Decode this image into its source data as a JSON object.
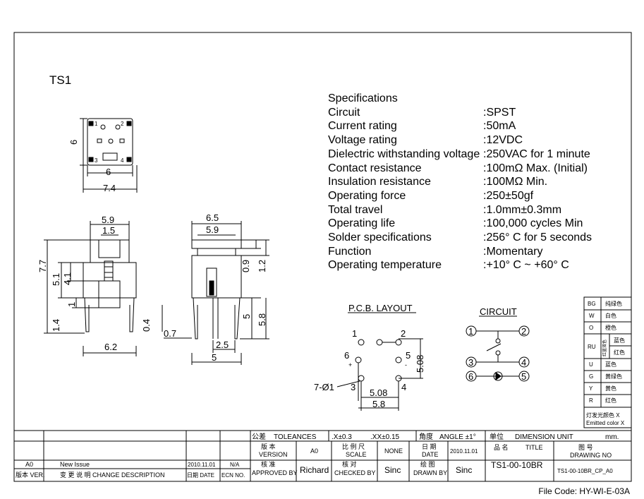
{
  "part_title": "TS1",
  "specs_heading": "Specifications",
  "specs": [
    {
      "label": "Circuit",
      "value": ":SPST"
    },
    {
      "label": "Current rating",
      "value": ":50mA"
    },
    {
      "label": "Voltage rating",
      "value": ":12VDC"
    },
    {
      "label": "Dielectric withstanding voltage",
      "value": ":250VAC for 1 minute"
    },
    {
      "label": "Contact resistance",
      "value": ":100mΩ   Max. (Initial)"
    },
    {
      "label": "Insulation resistance",
      "value": ":100MΩ   Min."
    },
    {
      "label": "Operating force",
      "value": ":250±50gf"
    },
    {
      "label": "Total travel",
      "value": ":1.0mm±0.3mm"
    },
    {
      "label": "Operating life",
      "value": ":100,000 cycles Min"
    },
    {
      "label": "Solder specifications",
      "value": ":256°  C for 5 seconds"
    },
    {
      "label": "Function",
      "value": ":Momentary"
    },
    {
      "label": "Operating temperature",
      "value": ":+10°  C ~ +60°  C"
    }
  ],
  "top_view": {
    "dim_width": "6",
    "dim_overall": "7.4",
    "dim_height": "6",
    "pins": [
      "1",
      "2",
      "3",
      "4"
    ]
  },
  "front_view": {
    "dims": [
      "5.9",
      "1.5",
      "7.7",
      "5.1",
      "4.1",
      "1",
      "1.4",
      "6.2"
    ]
  },
  "side_view": {
    "dims": [
      "6.5",
      "5.9",
      "0.9",
      "1.2",
      "5",
      "5.8",
      "0.4",
      "0.7",
      "2.5",
      "5"
    ]
  },
  "pcb": {
    "title": "P.C.B. LAYOUT",
    "pins": [
      "1",
      "2",
      "6",
      "5",
      "3",
      "4"
    ],
    "dims": [
      "5.08",
      "5.08",
      "5.8"
    ],
    "hole": "7-Ø1",
    "plus": "+",
    "minus": "-"
  },
  "circuit": {
    "title": "CIRCUIT",
    "nodes": [
      "1",
      "2",
      "3",
      "4",
      "6",
      "5"
    ]
  },
  "color_table": [
    {
      "code": "BG",
      "color": "纯绿色"
    },
    {
      "code": "W",
      "color": "白色"
    },
    {
      "code": "O",
      "color": "橙色"
    },
    {
      "code": "RU",
      "sub": "红蓝双色",
      "colors": [
        "蓝色",
        "红色"
      ]
    },
    {
      "code": "U",
      "color": "蓝色"
    },
    {
      "code": "G",
      "color": "黄绿色"
    },
    {
      "code": "Y",
      "color": "黄色"
    },
    {
      "code": "R",
      "color": "红色"
    }
  ],
  "color_table_footer": [
    "灯发光颜色 X",
    "Emitted color X"
  ],
  "title_block": {
    "tolerances_cn": "公差",
    "tolerances": "TOLEANCES",
    "tol_1": ".X±0.3",
    "tol_2": ".XX±0.15",
    "angle_cn": "角度",
    "angle": "ANGLE ±1°",
    "unit_cn": "单位",
    "unit": "DIMENSION UNIT",
    "unit_val": "mm.",
    "version_cn": "版 本",
    "version": "VERSION",
    "version_val": "A0",
    "scale_cn": "比 例 尺",
    "scale": "SCALE",
    "scale_val": "NONE",
    "date_cn": "日  期",
    "date": "DATE",
    "date_val": "2010.11.01",
    "title_cn": "品   名",
    "title": "TITLE",
    "title_val": "TS1-00-10BR",
    "drawing_cn": "图   号",
    "drawing": "DRAWING NO",
    "drawing_val": "TS1-00-10BR_CP_A0",
    "approved_cn": "核  准",
    "approved": "APPROVED BY",
    "approved_val": "Richard",
    "checked_cn": "核  对",
    "checked": "CHECKED BY",
    "checked_val": "Sinc",
    "drawn_cn": "绘  图",
    "drawn": "DRAWN BY",
    "drawn_val": "Sinc",
    "rev_ver": "A0",
    "rev_desc": "New Issue",
    "rev_date": "2010.11.01",
    "rev_ecn": "N/A",
    "hdr_ver": "版本 VER.",
    "hdr_desc": "变 更 说 明  CHANGE DESCRIPTION",
    "hdr_date": "日期 DATE",
    "hdr_ecn": "ECN NO."
  },
  "file_code": "File Code: HY-WI-E-03A"
}
